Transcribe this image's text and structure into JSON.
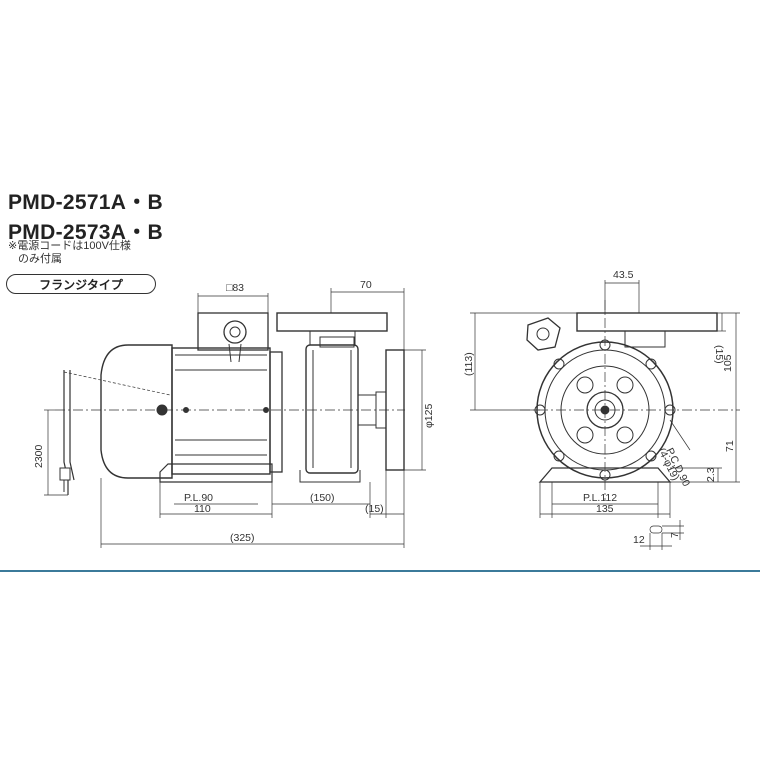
{
  "models": [
    "PMD-2571A・B",
    "PMD-2573A・B"
  ],
  "note_lines": [
    "※電源コードは100V仕様",
    "のみ付属"
  ],
  "type_label": "フランジタイプ",
  "dimensions": {
    "square_83": "□83",
    "d70": "70",
    "phi125": "φ125",
    "cord_2300": "2300",
    "pl90": "P.L.90",
    "d110": "110",
    "d150": "(150)",
    "d15_bottom": "(15)",
    "d325": "(325)",
    "d43_5": "43.5",
    "d113": "(113)",
    "d15_right": "(15)",
    "d105": "105",
    "pcd90": "P.C.D.90",
    "holes": "(4-φ19)",
    "d71": "71",
    "d2_3": "2.3",
    "pl112": "P.L.112",
    "d135": "135",
    "d12": "12",
    "d7": "7"
  },
  "colors": {
    "line": "#333333",
    "divider": "#3b7a9a",
    "bg": "#ffffff"
  }
}
